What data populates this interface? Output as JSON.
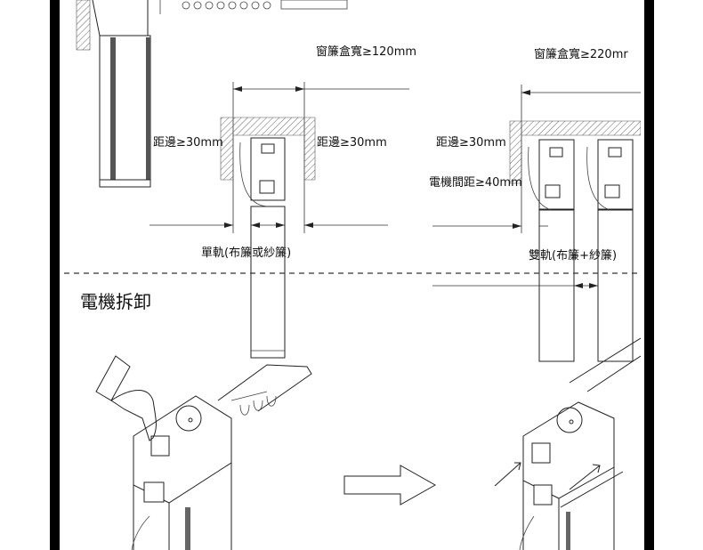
{
  "install": {
    "single_box_width": "窗簾盒寬≥120mm",
    "double_box_width": "窗簾盒寬≥220mr",
    "edge_left_single": "距邊≥30mm",
    "edge_right_single": "距邊≥30mm",
    "edge_left_double": "距邊≥30mm",
    "motor_spacing": "電機間距≥40mm",
    "single_caption": "單軌(布簾或紗簾)",
    "double_caption": "雙軌(布簾+紗簾)"
  },
  "removal": {
    "title": "電機拆卸"
  },
  "colors": {
    "border": "#000000",
    "background": "#ffffff"
  }
}
